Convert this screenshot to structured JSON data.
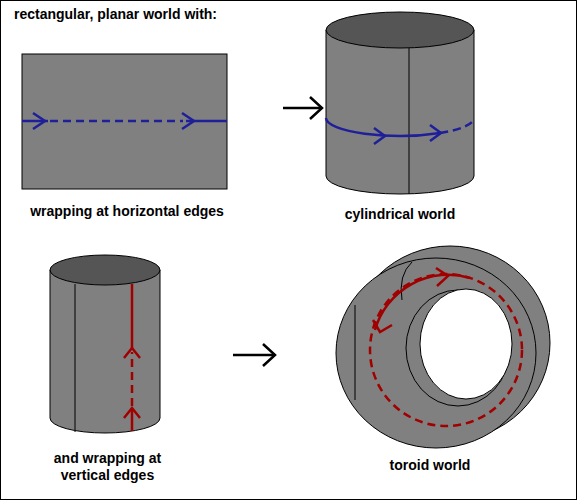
{
  "diagram": {
    "title": "rectangular, planar world with:",
    "labels": [
      "wrapping at horizontal edges",
      "cylindrical world",
      "and wrapping at vertical edges",
      "toroid world"
    ]
  }
}
